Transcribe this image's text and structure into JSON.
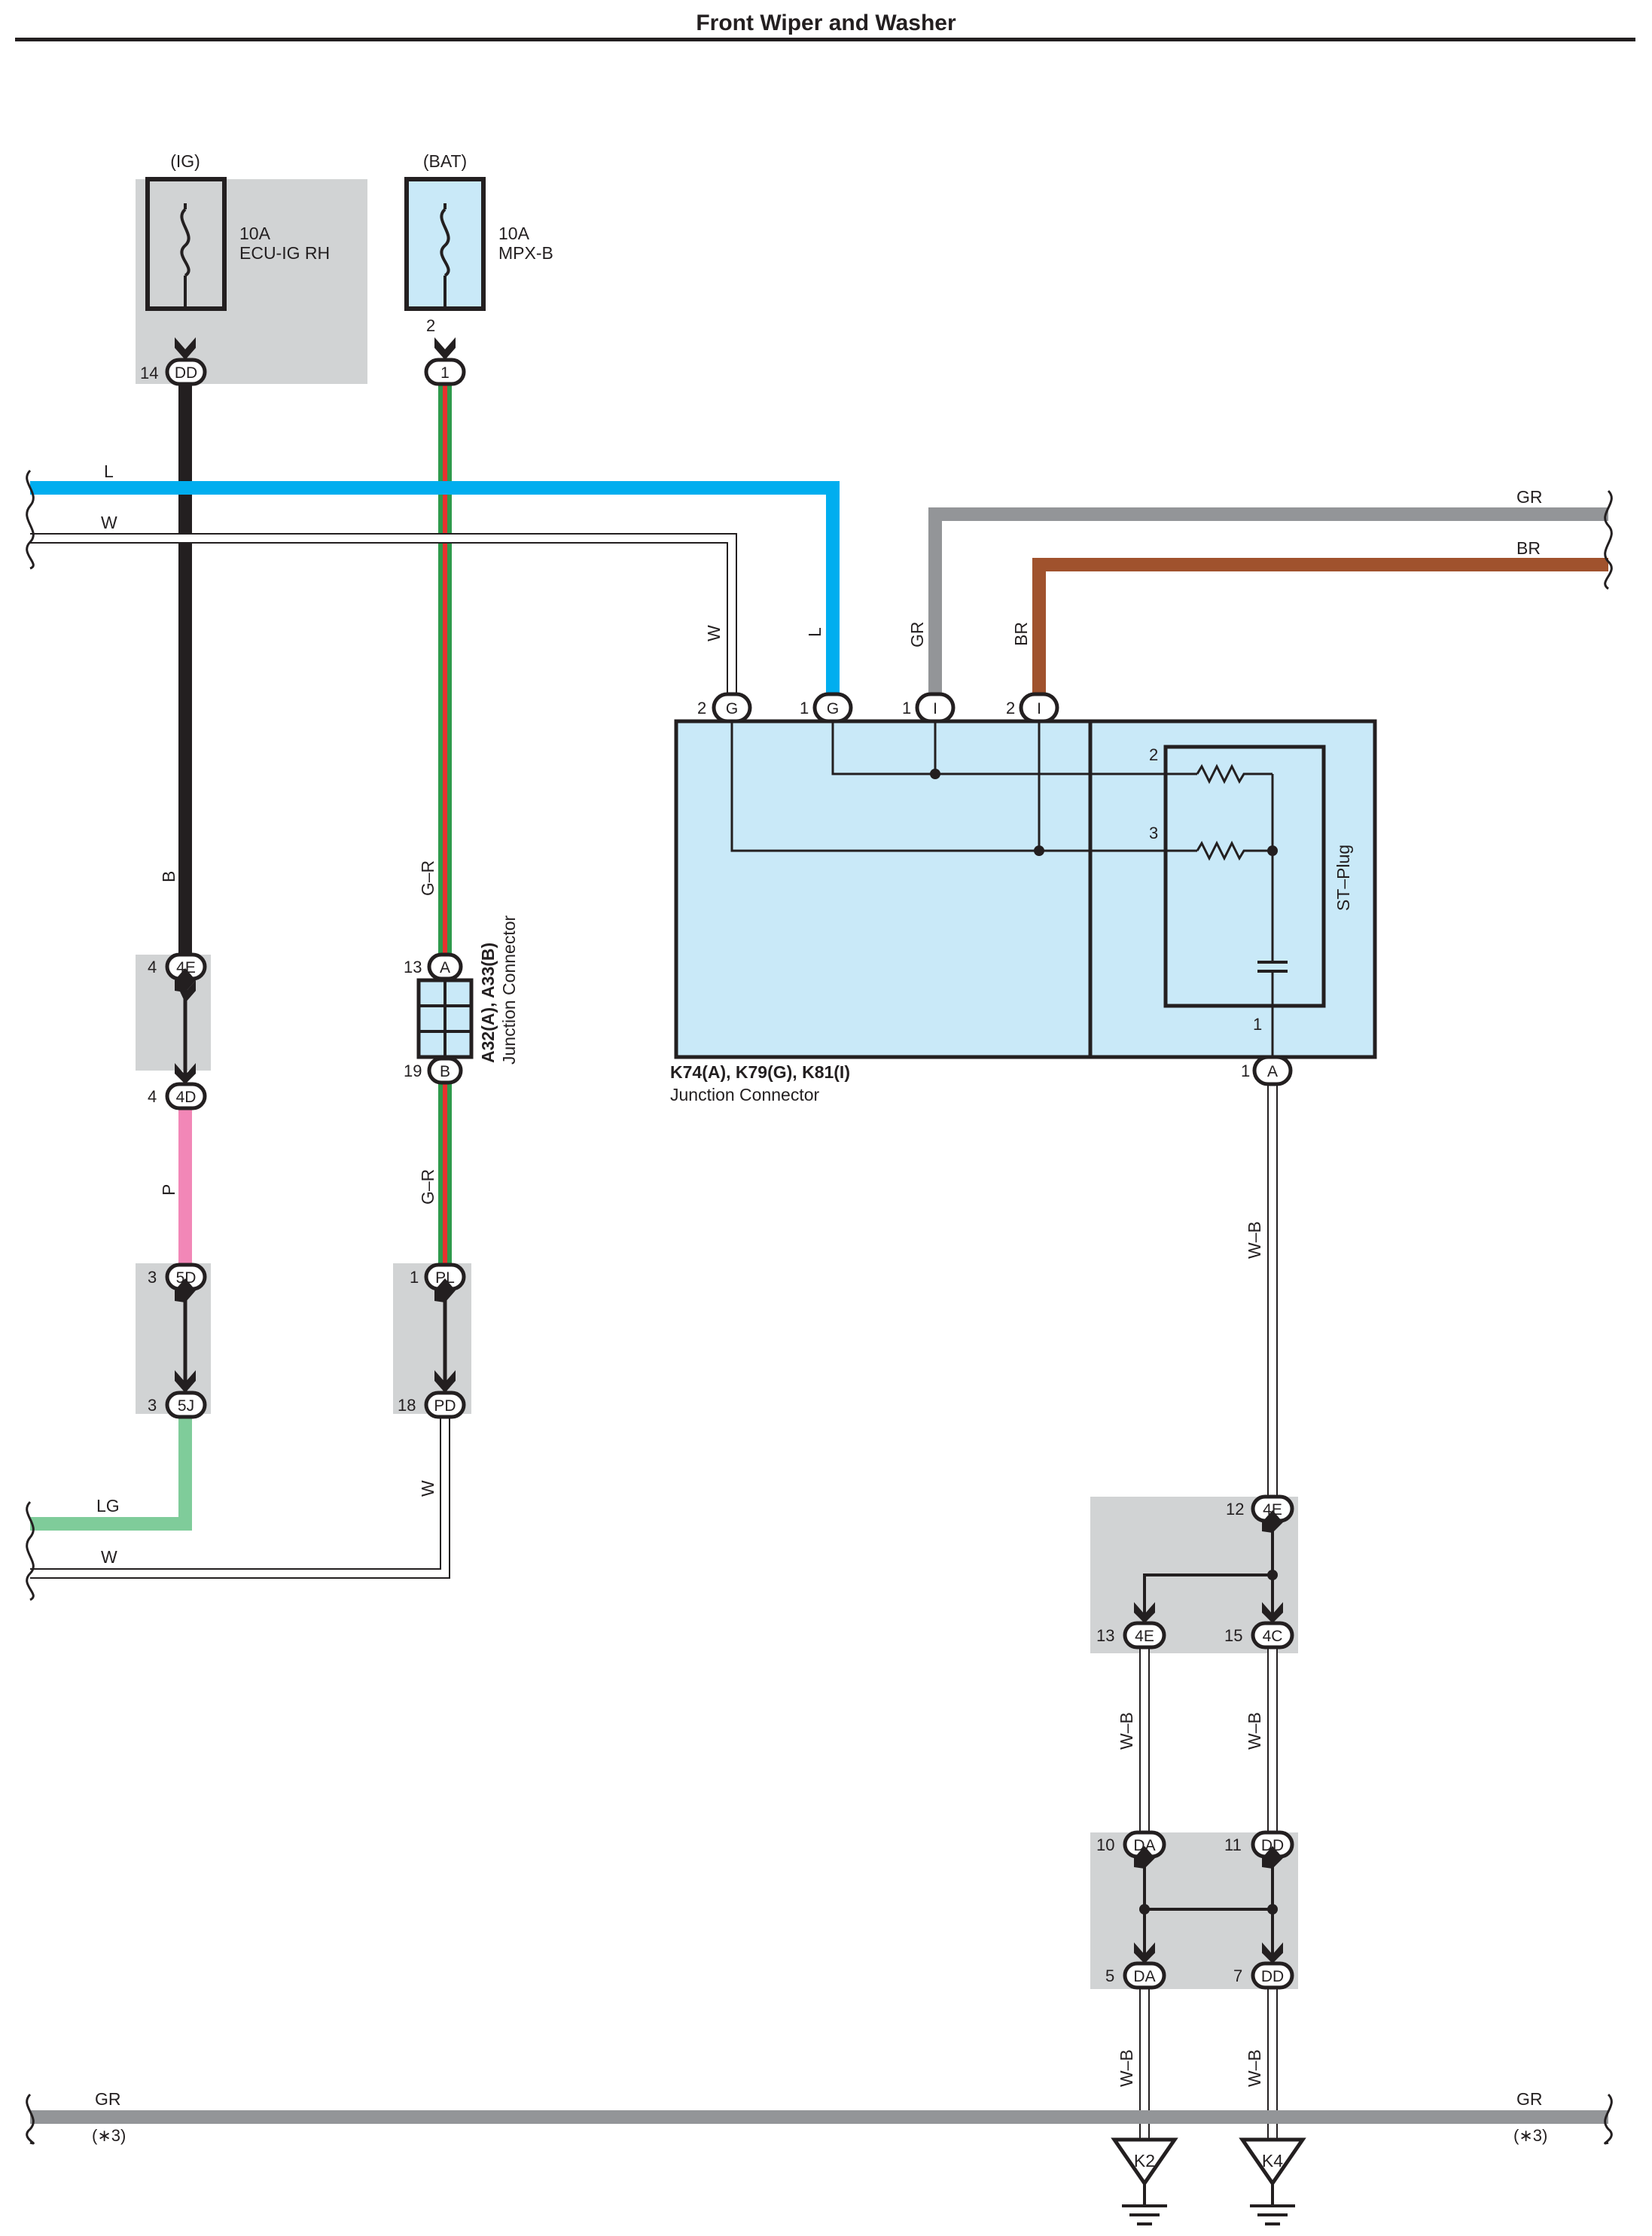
{
  "title": "Front Wiper and Washer",
  "colors": {
    "L": "#00aeef",
    "B": "#231f20",
    "W": "#ffffff",
    "GR": "#939598",
    "BR": "#a0522d",
    "P": "#f287b7",
    "LG": "#7fcc9a",
    "G": "#2f9a4c",
    "R": "#e8312f",
    "box_blue": "#c9e9f8",
    "relay_gray": "#d1d3d4"
  },
  "fuses": [
    {
      "supply": "(IG)",
      "rating": "10A",
      "name": "ECU-IG RH",
      "pin": "14",
      "connector": "DD"
    },
    {
      "supply": "(BAT)",
      "rating": "10A",
      "name": "MPX-B",
      "pin_top": "2",
      "connector": "1"
    }
  ],
  "wire_labels": {
    "L": "L",
    "W": "W",
    "GR": "GR",
    "BR": "BR",
    "B": "B",
    "P": "P",
    "LG": "LG",
    "G_R": "G–R",
    "W_B": "W–B",
    "note": "(∗3)"
  },
  "left_chain": [
    {
      "pin": "4",
      "connector": "4E"
    },
    {
      "pin": "4",
      "connector": "4D"
    },
    {
      "pin": "3",
      "connector": "5D"
    },
    {
      "pin": "3",
      "connector": "5J"
    }
  ],
  "mid_chain": {
    "jc_top": {
      "pin": "13",
      "connector": "A"
    },
    "jc_bottom": {
      "pin": "19",
      "connector": "B"
    },
    "jc_name": "A32(A), A33(B)",
    "jc_desc": "Junction Connector",
    "pl": {
      "pin": "1",
      "connector": "PL"
    },
    "pd": {
      "pin": "18",
      "connector": "PD"
    }
  },
  "junction_box": {
    "name": "K74(A), K79(G), K81(I)",
    "desc": "Junction Connector",
    "top_pins": [
      {
        "pin": "2",
        "connector": "G",
        "wire": "W"
      },
      {
        "pin": "1",
        "connector": "G",
        "wire": "L"
      },
      {
        "pin": "1",
        "connector": "I",
        "wire": "GR"
      },
      {
        "pin": "2",
        "connector": "I",
        "wire": "BR"
      }
    ],
    "st_plug": "ST–Plug",
    "st_pins": [
      "2",
      "3",
      "1"
    ],
    "bottom_pin": {
      "pin": "1",
      "connector": "A"
    }
  },
  "right_chain": [
    {
      "pin": "12",
      "connector": "4E"
    },
    {
      "pin": "13",
      "connector": "4E"
    },
    {
      "pin": "15",
      "connector": "4C"
    },
    {
      "pin": "10",
      "connector": "DA"
    },
    {
      "pin": "11",
      "connector": "DD"
    },
    {
      "pin": "5",
      "connector": "DA"
    },
    {
      "pin": "7",
      "connector": "DD"
    }
  ],
  "grounds": [
    "K2",
    "K4"
  ]
}
